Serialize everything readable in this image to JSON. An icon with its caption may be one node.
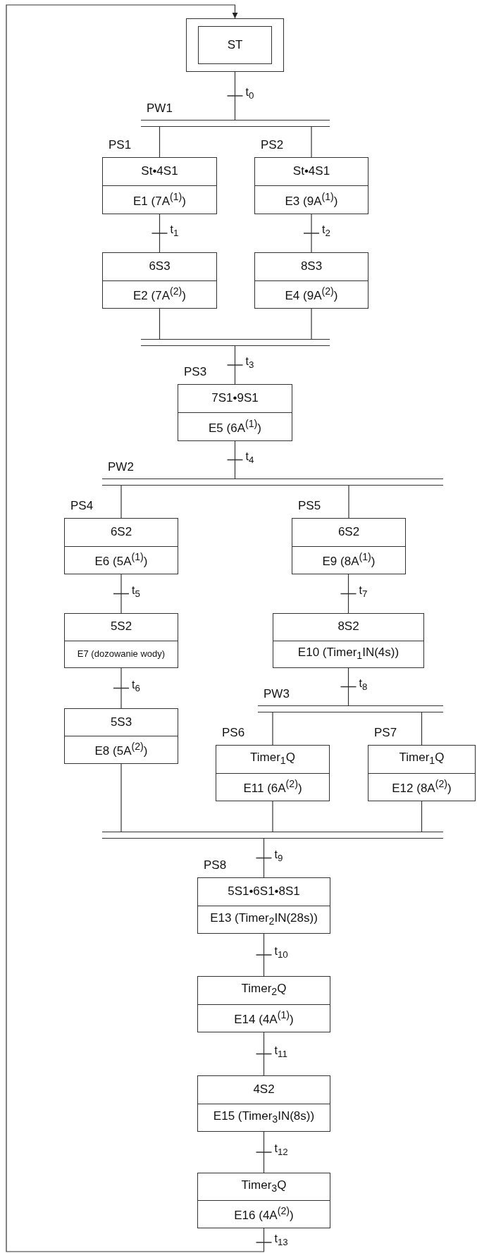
{
  "diagram": {
    "nodes": [
      {
        "text": [
          "ST"
        ]
      },
      {
        "text": [],
        "shape": "bar",
        "beside": [
          "PW1"
        ]
      },
      {
        "text": [
          "St•4S1",
          "E1 (7A$^{(1)}$)"
        ],
        "beside": [
          "PS1"
        ]
      },
      {
        "text": [
          "St•4S1",
          "E3 (9A$^{(1)}$)"
        ],
        "beside": [
          "PS2"
        ]
      },
      {
        "text": [
          "6S3",
          "E2 (7A$^{(2)}$)"
        ]
      },
      {
        "text": [
          "8S3",
          "E4 (9A$^{(2)}$)"
        ]
      },
      {
        "text": [],
        "shape": "bar"
      },
      {
        "text": [
          "7S1•9S1",
          "E5 (6A$^{(1)}$)"
        ],
        "beside": [
          "PS3"
        ]
      },
      {
        "text": [],
        "shape": "bar",
        "beside": [
          "PW2"
        ]
      },
      {
        "text": [
          "6S2",
          "E6 (5A$^{(1)}$)"
        ],
        "beside": [
          "PS4"
        ]
      },
      {
        "text": [
          "6S2",
          "E9 (8A$^{(1)}$)"
        ],
        "beside": [
          "PS5"
        ]
      },
      {
        "text": [
          "5S2",
          "E7 (dozowanie wody)"
        ]
      },
      {
        "text": [
          "8S2",
          "E10 (Timer$_{1}$IN(4s))"
        ]
      },
      {
        "text": [
          "5S3",
          "E8 (5A$^{(2)}$)"
        ]
      },
      {
        "text": [],
        "shape": "bar",
        "beside": [
          "PW3"
        ]
      },
      {
        "text": [
          "Timer$_{1}$Q",
          "E11 (6A$^{(2)}$)"
        ],
        "beside": [
          "PS6"
        ]
      },
      {
        "text": [
          "Timer$_{1}$Q",
          "E12 (8A$^{(2)}$)"
        ],
        "beside": [
          "PS7"
        ]
      },
      {
        "text": [],
        "shape": "bar"
      },
      {
        "text": [
          "5S1•6S1•8S1",
          "E13 (Timer$_{2}$IN(28s))"
        ],
        "beside": [
          "PS8"
        ]
      },
      {
        "text": [
          "Timer$_{2}$Q",
          "E14 (4A$^{(1)}$)"
        ]
      },
      {
        "text": [
          "4S2",
          "E15 (Timer$_{3}$IN(8s))"
        ]
      },
      {
        "text": [
          "Timer$_{3}$Q",
          "E16 (4A$^{(2)}$)"
        ]
      }
    ],
    "edges": [
      {
        "from": 0,
        "to": 1,
        "arrow": "none",
        "label": "t$_{0}$"
      },
      {
        "from": 1,
        "to": 2,
        "arrow": "none"
      },
      {
        "from": 1,
        "to": 3,
        "arrow": "none"
      },
      {
        "from": 2,
        "to": 4,
        "arrow": "none",
        "label": "t$_{1}$"
      },
      {
        "from": 3,
        "to": 5,
        "arrow": "none",
        "label": "t$_{2}$"
      },
      {
        "from": 4,
        "to": 6,
        "arrow": "none"
      },
      {
        "from": 5,
        "to": 6,
        "arrow": "none"
      },
      {
        "from": 6,
        "to": 7,
        "arrow": "none",
        "label": "t$_{3}$"
      },
      {
        "from": 7,
        "to": 8,
        "arrow": "none",
        "label": "t$_{4}$"
      },
      {
        "from": 8,
        "to": 9,
        "arrow": "none"
      },
      {
        "from": 8,
        "to": 10,
        "arrow": "none"
      },
      {
        "from": 9,
        "to": 11,
        "arrow": "none",
        "label": "t$_{5}$"
      },
      {
        "from": 11,
        "to": 13,
        "arrow": "none",
        "label": "t$_{6}$"
      },
      {
        "from": 10,
        "to": 12,
        "arrow": "none",
        "label": "t$_{7}$"
      },
      {
        "from": 12,
        "to": 14,
        "arrow": "none",
        "label": "t$_{8}$"
      },
      {
        "from": 14,
        "to": 15,
        "arrow": "none"
      },
      {
        "from": 14,
        "to": 16,
        "arrow": "none"
      },
      {
        "from": 13,
        "to": 17,
        "arrow": "none"
      },
      {
        "from": 15,
        "to": 17,
        "arrow": "none"
      },
      {
        "from": 16,
        "to": 17,
        "arrow": "none"
      },
      {
        "from": 17,
        "to": 18,
        "arrow": "none",
        "label": "t$_{9}$"
      },
      {
        "from": 18,
        "to": 19,
        "arrow": "none",
        "label": "t$_{10}$"
      },
      {
        "from": 19,
        "to": 20,
        "arrow": "none",
        "label": "t$_{11}$"
      },
      {
        "from": 20,
        "to": 21,
        "arrow": "none",
        "label": "t$_{12}$"
      },
      {
        "from": 21,
        "to": 0,
        "arrow": "to",
        "label": "t$_{13}$"
      }
    ]
  }
}
